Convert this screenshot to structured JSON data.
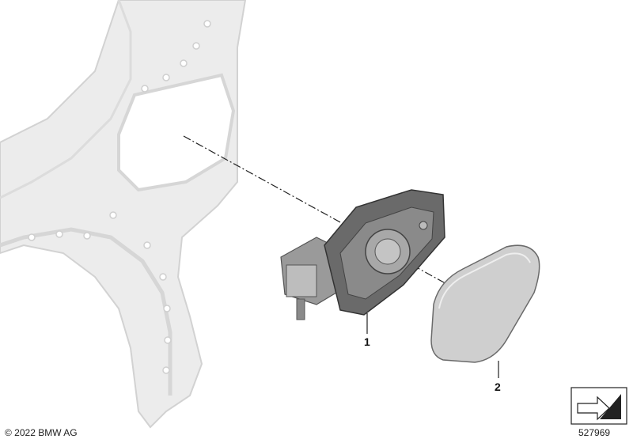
{
  "diagram": {
    "callouts": [
      {
        "id": "1",
        "label": "1"
      },
      {
        "id": "2",
        "label": "2"
      }
    ],
    "copyright": "© 2022 BMW AG",
    "diagram_number": "527969"
  },
  "colors": {
    "body_panel": "#ececec",
    "panel_edge": "#d2d2d2",
    "part_dark": "#6a6a6a",
    "part_mid": "#9a9a9a",
    "cap_fill": "#cfcfcf",
    "line": "#222222"
  },
  "icons": [
    "corner-arrow-icon"
  ]
}
